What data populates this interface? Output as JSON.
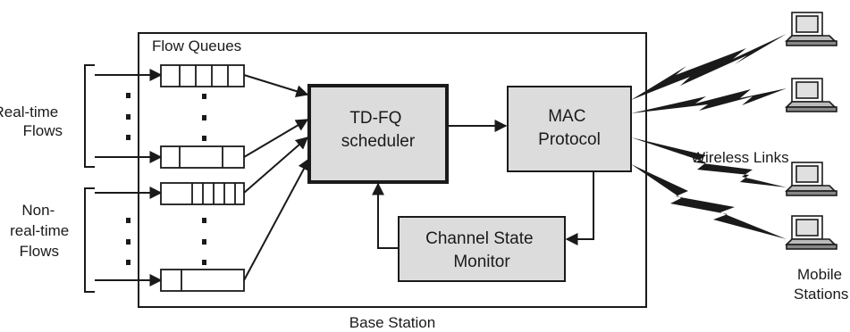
{
  "diagram": {
    "flow_queues_label": "Flow Queues",
    "base_station_label": "Base Station",
    "wireless_links_label": "Wireless Links",
    "real_time_label": [
      "Real-time",
      "Flows"
    ],
    "non_real_time_label": [
      "Non-",
      "real-time",
      "Flows"
    ],
    "scheduler_label": [
      "TD-FQ",
      "scheduler"
    ],
    "mac_label": [
      "MAC",
      "Protocol"
    ],
    "monitor_label": [
      "Channel State",
      "Monitor"
    ],
    "mobile_stations_label": [
      "Mobile",
      "Stations"
    ],
    "colors": {
      "box_fill": "#dcdcdc",
      "stroke": "#1a1a1a",
      "background": "#ffffff"
    }
  }
}
